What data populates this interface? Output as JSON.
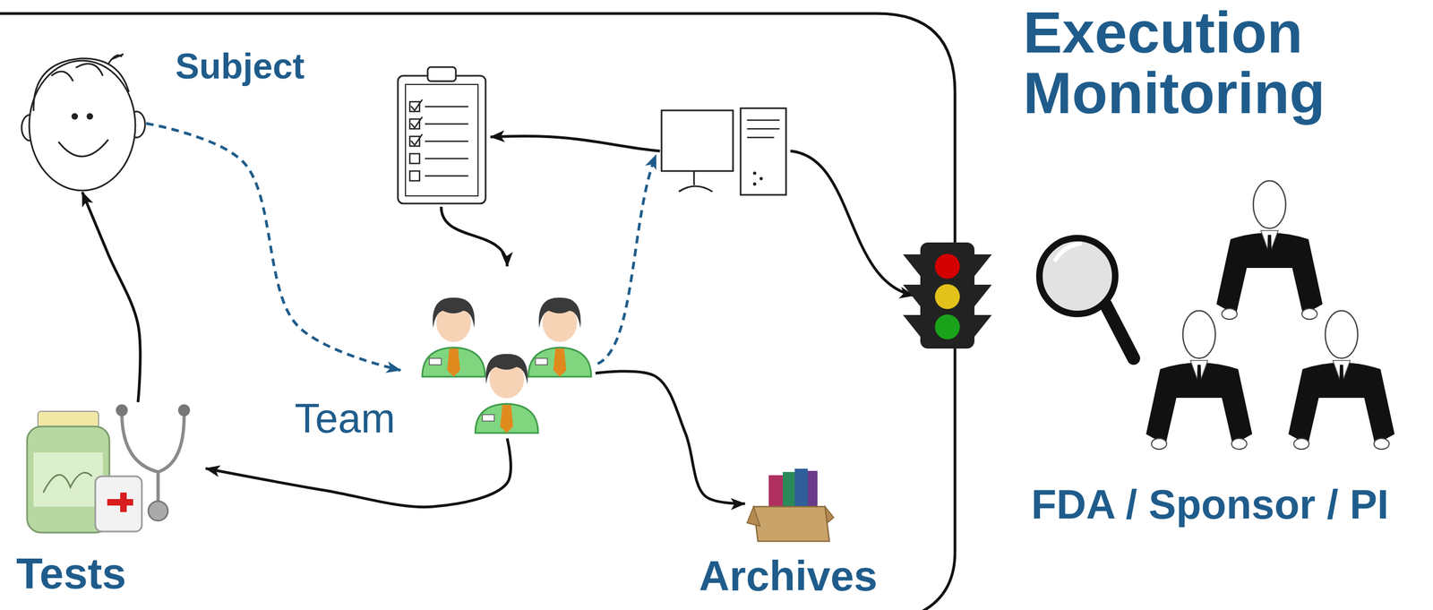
{
  "diagram": {
    "title": "Execution Monitoring",
    "nodes": [
      {
        "text": [
          "Subject"
        ]
      },
      {
        "text": [
          "Team"
        ]
      },
      {
        "text": [
          "Tests"
        ]
      },
      {
        "text": [
          "Archives"
        ]
      },
      {
        "text": [
          "FDA / Sponsor / PI"
        ]
      }
    ],
    "edges": [
      {
        "from": 0,
        "to": 1,
        "arrow": "to"
      },
      {
        "from": 1,
        "to": 2,
        "arrow": "to"
      },
      {
        "from": 2,
        "to": 0,
        "arrow": "to"
      },
      {
        "from": 1,
        "to": 3,
        "arrow": "to"
      }
    ]
  }
}
